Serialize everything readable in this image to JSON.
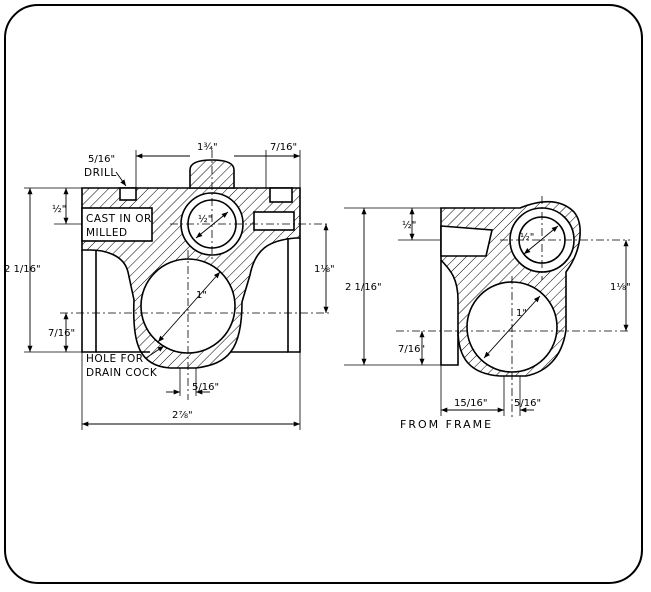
{
  "front_view": {
    "dims": {
      "top_width": "1¾\"",
      "top_right": "7/16\"",
      "drill_size": "5/16\"",
      "drill_word": "DRILL",
      "left_half": "½\"",
      "left_height": "2 1/16\"",
      "left_bottom": "7/16\"",
      "right_height": "1⅛\"",
      "small_bore": "½\"",
      "large_bore": "1\"",
      "bottom_small": "5/16\"",
      "overall_width": "2⅞\""
    },
    "notes": {
      "cast_line1": "CAST IN OR",
      "cast_line2": "MILLED",
      "drain_line1": "HOLE FOR",
      "drain_line2": "DRAIN COCK"
    }
  },
  "side_view": {
    "dims": {
      "left_height": "2 1/16\"",
      "top_half": "½\"",
      "left_bottom": "7/16\"",
      "right_height": "1⅛\"",
      "small_bore": "½\"",
      "large_bore": "1\"",
      "bottom_left": "15/16\"",
      "bottom_right": "5/16\""
    },
    "caption": "FROM FRAME"
  }
}
